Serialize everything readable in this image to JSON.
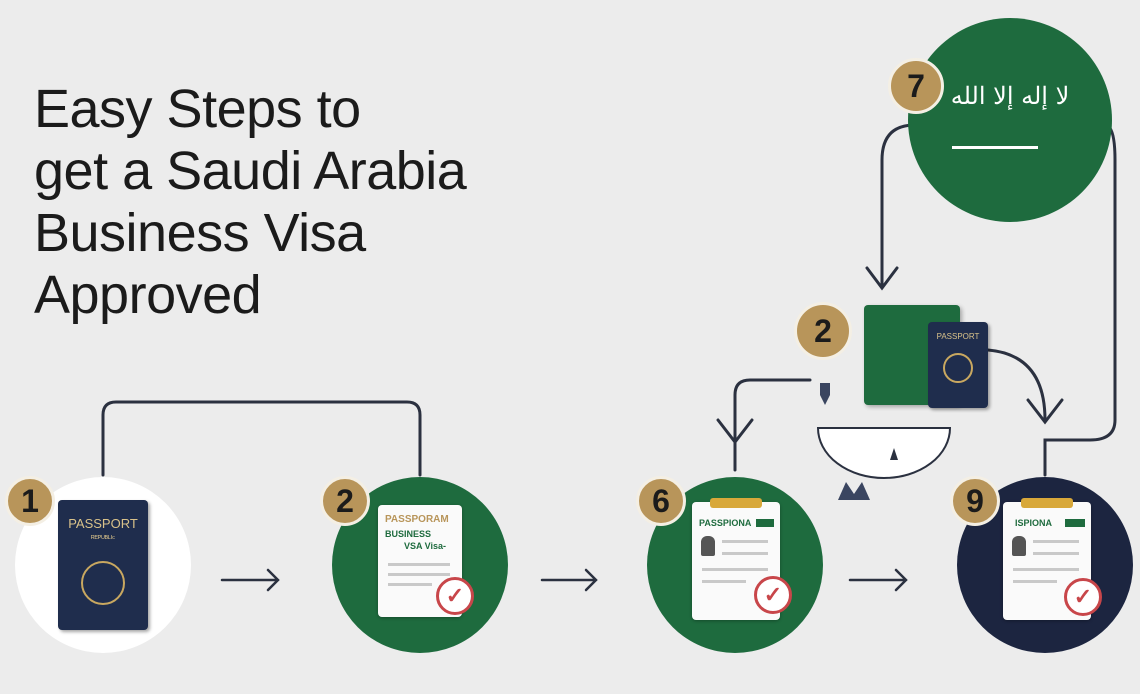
{
  "title": {
    "lines": [
      "Easy Steps to",
      "get a Saudi Arabia",
      "Business Visa",
      "Approved"
    ]
  },
  "steps": [
    {
      "number": "1",
      "doc_title": "PASSPORT",
      "doc_subtitle": "ᴿᴱᴾᵁᴮᴸᴵᶜ",
      "circle_color": "#ffffff"
    },
    {
      "number": "2",
      "doc_title": "PASSPORAM",
      "doc_line2": "BUSINESS",
      "doc_line3": "VSA Visa-",
      "circle_color": "#1e6b3e"
    },
    {
      "number": "6",
      "doc_title": "PASSPIONA",
      "circle_color": "#1e6b3e"
    },
    {
      "number": "9",
      "doc_title": "ISPIONA",
      "circle_color": "#1c2540"
    }
  ],
  "flag_step": {
    "number": "7",
    "script": "لا إله إلا الله",
    "circle_color": "#1e6b3e"
  },
  "middle_step": {
    "number": "2",
    "passport_label": "PASSPORT"
  },
  "arrows": [
    "→",
    "→",
    "→"
  ],
  "colors": {
    "background": "#ececec",
    "green": "#1e6b3e",
    "navy": "#1c2540",
    "gold": "#b8955a",
    "check": "#c8464a"
  }
}
